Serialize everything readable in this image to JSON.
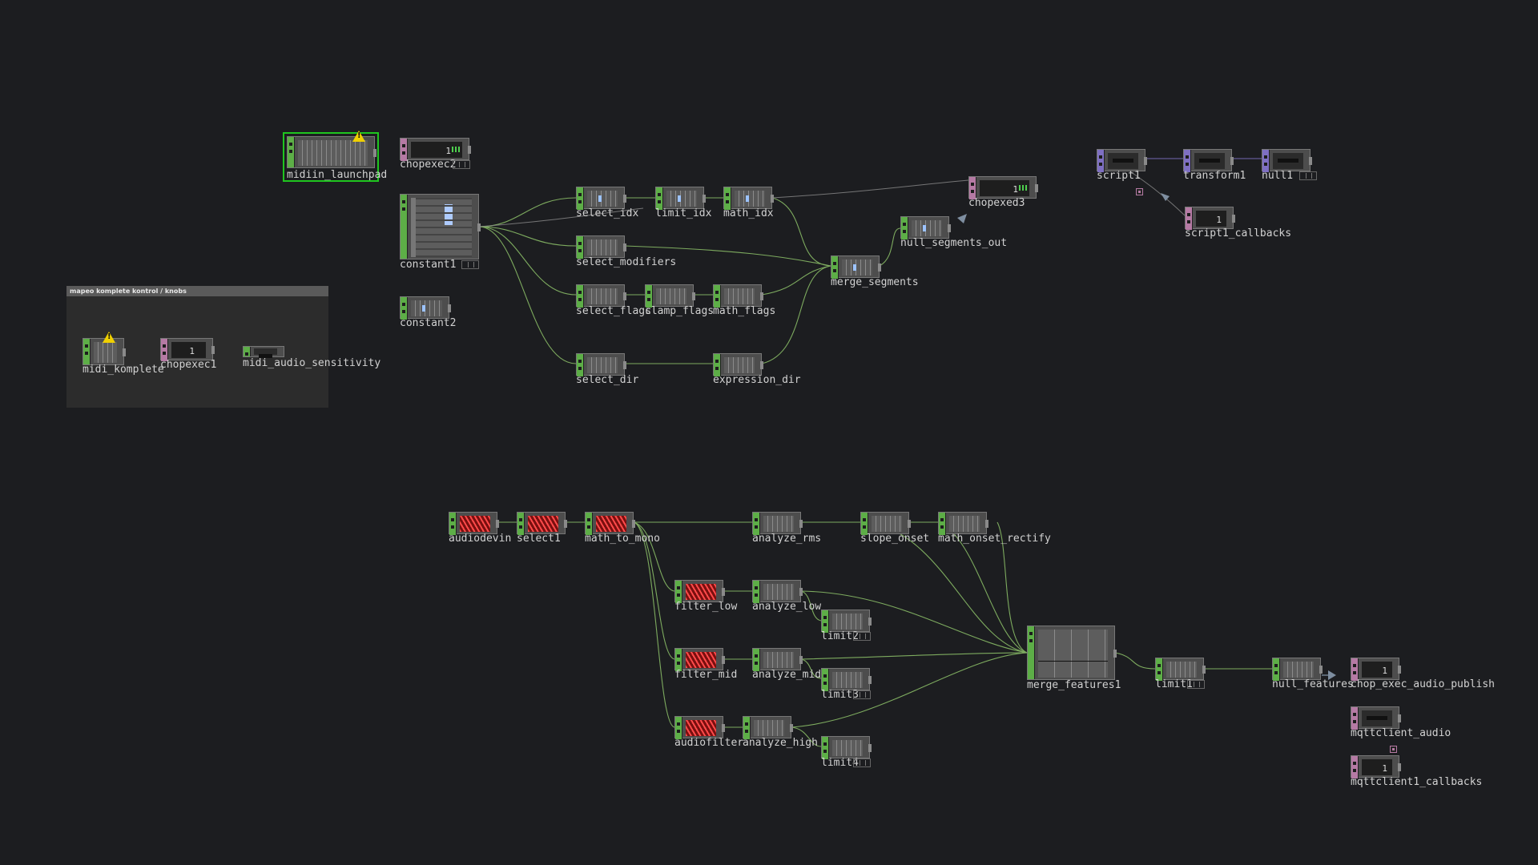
{
  "annotation": {
    "title": "mapeo komplete kontrol / knobs"
  },
  "nodes": {
    "midiin_launchpad": "midiin_launchpad",
    "chopexec2": "chopexec2",
    "constant1": "constant1",
    "constant2": "constant2",
    "midi_komplete": "midi_komplete",
    "chopexec1": "chopexec1",
    "midi_audio_sensitivity": "midi_audio_sensitivity",
    "select_idx": "select_idx",
    "limit_idx": "limit_idx",
    "math_idx": "math_idx",
    "select_modifiers": "select_modifiers",
    "select_flags": "select_flags",
    "clamp_flags": "clamp_flags",
    "math_flags": "math_flags",
    "select_dir": "select_dir",
    "expression_dir": "expression_dir",
    "merge_segments": "merge_segments",
    "null_segments_out": "null_segments_out",
    "chopexed3": "chopexed3",
    "script1": "script1",
    "transform1": "transform1",
    "null1": "null1",
    "script1_callbacks": "script1_callbacks",
    "audiodevin": "audiodevin",
    "select1": "select1",
    "math_to_mono": "math_to_mono",
    "analyze_rms": "analyze_rms",
    "slope_onset": "slope_onset",
    "math_onset_rectify": "math_onset_rectify",
    "filter_low": "filter_low",
    "analyze_low": "analyze_low",
    "limit2": "limit2",
    "filter_mid": "filter_mid",
    "analyze_mid": "analyze_mid",
    "limit3": "limit3",
    "audiofilter": "audiofilter",
    "analyze_high": "analyze_high",
    "limit4": "limit4",
    "merge_features1": "merge_features1",
    "limit1": "limit1",
    "null_features": "null_features",
    "chop_exec_audio_publish": "chop_exec_audio_publish",
    "mqttclient_audio": "mqttclient_audio",
    "mqttclient1_callbacks": "mqttclient1_callbacks"
  },
  "values": {
    "chopexec2": "1",
    "chopexec1": "1",
    "chopexed3": "1",
    "script1_callbacks": "1",
    "chop_exec_audio_publish": "1",
    "mqttclient1_callbacks": "1"
  },
  "warning_symbol": "!",
  "colors": {
    "background": "#1c1d20",
    "chop_family": "#5dae47",
    "dat_family": "#b57aa4",
    "comp_family": "#7e6fc2",
    "wire": "#8fc46a",
    "selection": "#1fc51f",
    "warning": "#f0d000"
  }
}
